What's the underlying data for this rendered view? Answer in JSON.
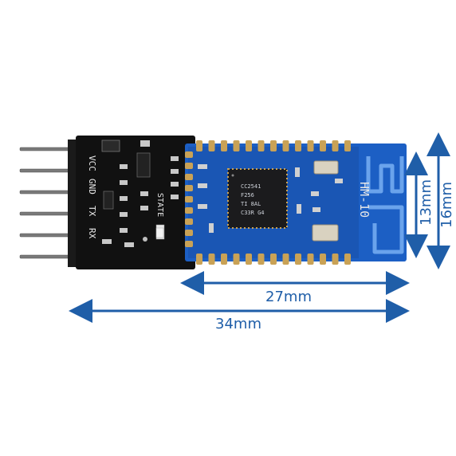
{
  "product": {
    "module_marking": "HM-10",
    "chip_marking": [
      "CC2541",
      "F256",
      "TI  8AL",
      "C33R  G4"
    ],
    "pin_labels": [
      "VCC",
      "GND",
      "TX",
      "RX"
    ],
    "state_label": "STATE",
    "dimensions": {
      "board_length": "34mm",
      "module_length": "27mm",
      "module_width": "13mm",
      "board_width": "16mm"
    },
    "colors": {
      "dimension_color": "#1f5ea8",
      "module_color": "#1c5fc4",
      "base_board_color": "#111111",
      "pad_color": "#c9a256"
    }
  }
}
